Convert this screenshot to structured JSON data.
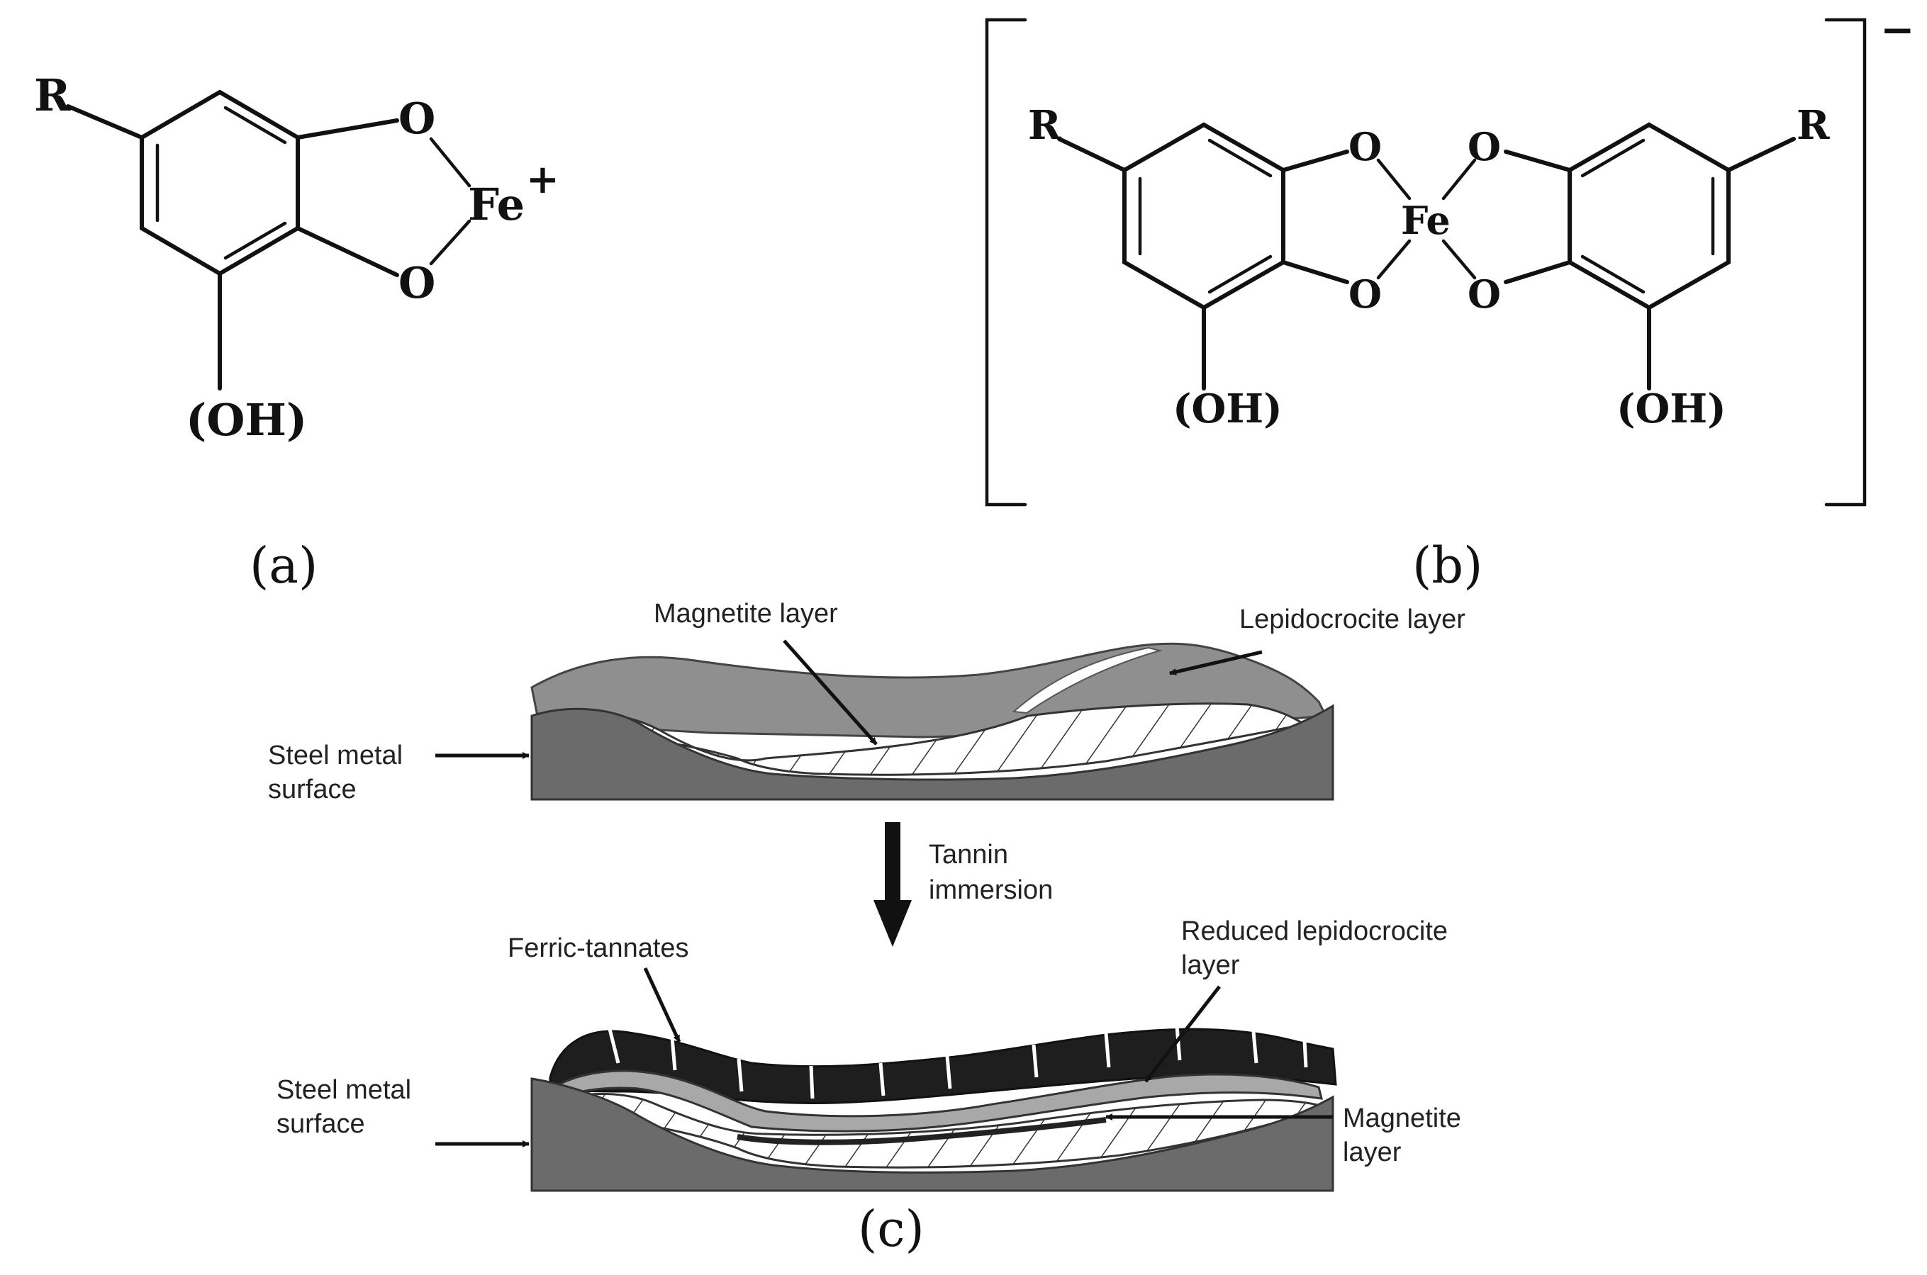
{
  "panel_a": {
    "r_label": "R",
    "o_top": "O",
    "o_bottom": "O",
    "metal": "Fe",
    "charge": "+",
    "oh_label": "(OH)",
    "caption": "(a)"
  },
  "panel_b": {
    "r_left": "R",
    "r_right": "R",
    "o_labels": [
      "O",
      "O",
      "O",
      "O"
    ],
    "metal": "Fe",
    "bracket_charge": "−",
    "oh_left": "(OH)",
    "oh_right": "(OH)",
    "caption": "(b)"
  },
  "panel_c": {
    "top": {
      "magnetite_label": "Magnetite layer",
      "lepidocrocite_label": "Lepidocrocite layer",
      "steel_label_line1": "Steel metal",
      "steel_label_line2": "surface"
    },
    "process_line1": "Tannin",
    "process_line2": "immersion",
    "bottom": {
      "ferric_label": "Ferric-tannates",
      "reduced_line1": "Reduced  lepidocrocite",
      "reduced_line2": "layer",
      "magnetite_line1": "Magnetite",
      "magnetite_line2": "layer",
      "steel_label_line1": "Steel metal",
      "steel_label_line2": "surface"
    },
    "caption": "(c)"
  },
  "colors": {
    "steel": "#6b6b6b",
    "lepidocrocite": "#8f8f8f",
    "magnetite": "#ffffff",
    "ferric_tannate": "#1e1e1e",
    "reduced_lepidocrocite": "#a8a8a8",
    "ink": "#111111"
  }
}
